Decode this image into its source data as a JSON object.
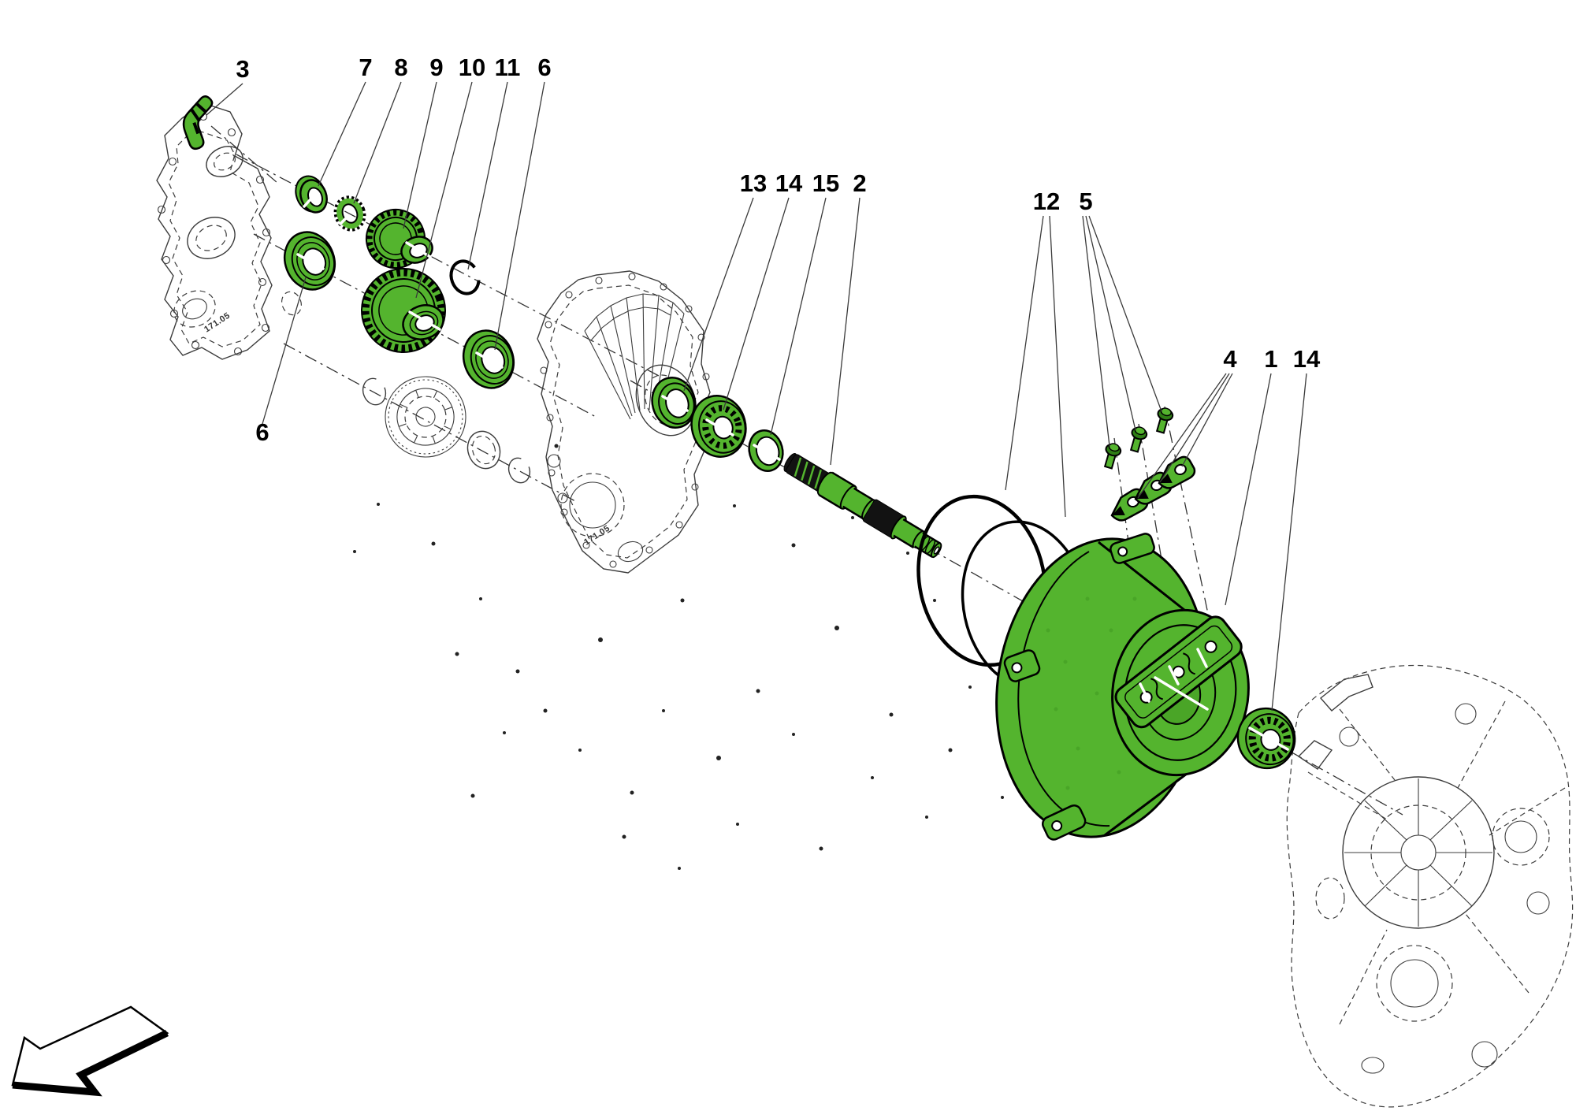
{
  "diagram_type": "exploded-parts-diagram",
  "colors": {
    "part_green": "#54b42e",
    "part_green_dark": "#2e7d15",
    "ghost_gray": "#3c3c3c",
    "paper": "#ffffff",
    "line_black": "#000000"
  },
  "callouts": [
    {
      "part": "breather-fitting",
      "label": "3"
    },
    {
      "part": "bushing",
      "label": "7"
    },
    {
      "part": "lock-washer",
      "label": "8"
    },
    {
      "part": "gear-small",
      "label": "9"
    },
    {
      "part": "gear-large",
      "label": "10"
    },
    {
      "part": "snap-ring",
      "label": "11"
    },
    {
      "part": "bearing-upper",
      "label": "6"
    },
    {
      "part": "seal-ring",
      "label": "13"
    },
    {
      "part": "ball-bearing-left",
      "label": "14"
    },
    {
      "part": "shim-ring",
      "label": "15"
    },
    {
      "part": "input-shaft",
      "label": "2"
    },
    {
      "part": "o-rings",
      "label": "12"
    },
    {
      "part": "bolts",
      "label": "5"
    },
    {
      "part": "clamps",
      "label": "4"
    },
    {
      "part": "electric-motor-housing",
      "label": "1"
    },
    {
      "part": "ball-bearing-right",
      "label": "14"
    },
    {
      "part": "bearing-lower",
      "label": "6"
    }
  ],
  "case_marks": {
    "left_cover": "171.05",
    "middle_cover": "171.05"
  }
}
